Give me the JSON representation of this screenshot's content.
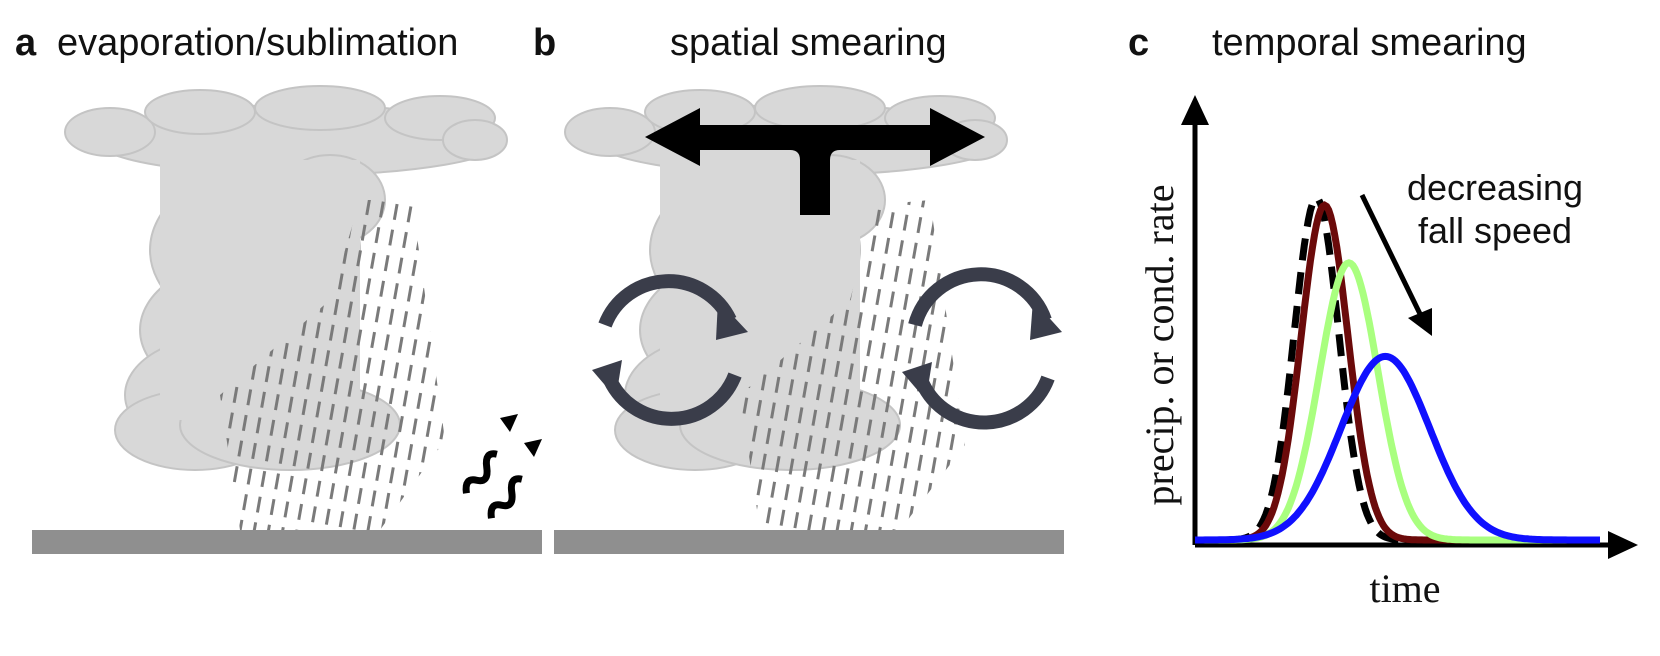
{
  "panels": [
    {
      "letter": "a",
      "title": "evaporation/sublimation"
    },
    {
      "letter": "b",
      "title": "spatial smearing"
    },
    {
      "letter": "c",
      "title": "temporal smearing"
    }
  ],
  "colors": {
    "cloud": "#d8d8d8",
    "cloud_edge": "#c4c4c4",
    "rain": "#7a7a7a",
    "ground": "#8f8f8f",
    "circulation": "#3a3d4a",
    "arrow": "#000000"
  },
  "icons": [
    "cloud-icon",
    "rain-streaks",
    "heat-wave-arrows-icon",
    "divergence-arrow-icon",
    "circulation-arrows-icon"
  ],
  "chart": {
    "xlabel": "time",
    "ylabel": "precip. or cond. rate",
    "annotation": [
      "decreasing",
      "fall speed"
    ]
  },
  "chart_data": {
    "type": "line",
    "xlabel": "time",
    "ylabel": "precip. or cond. rate",
    "series": [
      {
        "color": "#000000",
        "style": "dashed",
        "peak_time": 0.3,
        "peak_value": 0.95,
        "width": 0.055
      },
      {
        "color": "#6b0a0a",
        "style": "solid",
        "peak_time": 0.32,
        "peak_value": 0.93,
        "width": 0.058
      },
      {
        "color": "#a9ff7f",
        "style": "solid",
        "peak_time": 0.38,
        "peak_value": 0.77,
        "width": 0.072
      },
      {
        "color": "#1010ff",
        "style": "solid",
        "peak_time": 0.47,
        "peak_value": 0.51,
        "width": 0.11
      }
    ]
  }
}
